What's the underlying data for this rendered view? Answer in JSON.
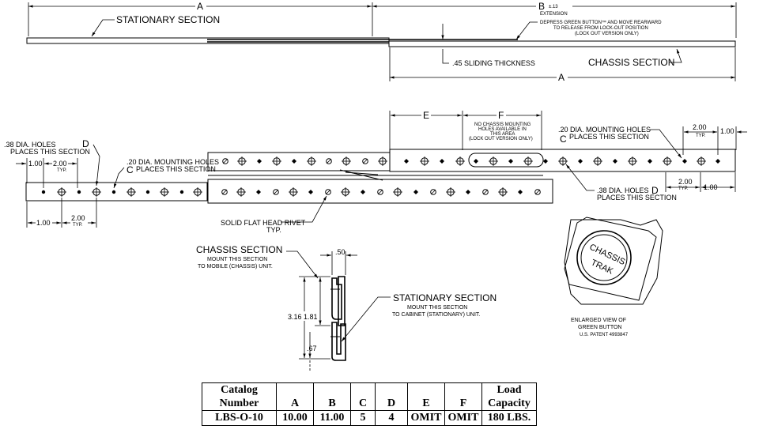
{
  "top_view": {
    "dim_a_top": "A",
    "dim_b": "B",
    "dim_b_tol": "±.13",
    "extension": "EXTENSION",
    "stationary_section": "STATIONARY SECTION",
    "button_note_1": "DEPRESS GREEN BUTTON™ AND MOVE REARWARD",
    "button_note_2": "TO RELEASE FROM LOCK-OUT POSITION",
    "button_note_3": "(LOCK OUT VERSION ONLY)",
    "sliding_thickness": ".45 SLIDING THICKNESS",
    "chassis_section": "CHASSIS SECTION",
    "dim_a_bottom": "A"
  },
  "side_view": {
    "dim_e": "E",
    "dim_f": "F",
    "no_chassis_1": "NO CHASSIS MOUNTING",
    "no_chassis_2": "HOLES AVAILABLE IN",
    "no_chassis_3": "THIS AREA",
    "no_chassis_4": "(LOCK OUT VERSION ONLY)",
    "holes_38_left_1": ".38 DIA. HOLES",
    "holes_38_left_d": "D",
    "holes_38_left_2": "PLACES THIS SECTION",
    "holes_20_left_1": ".20 DIA. MOUNTING HOLES",
    "holes_20_left_c": "C",
    "holes_20_left_2": "PLACES THIS SECTION",
    "dim_100_tl": "1.00",
    "dim_200_tl": "2.00",
    "typ_tl": "TYP.",
    "dim_100_bl": "1.00",
    "dim_200_bl": "2.00",
    "typ_bl": "TYP.",
    "holes_20_right_1": ".20 DIA. MOUNTING HOLES",
    "holes_20_right_c": "C",
    "holes_20_right_2": "PLACES THIS SECTION",
    "dim_200_tr": "2.00",
    "typ_tr": "TYP.",
    "dim_100_tr": "1.00",
    "holes_38_right_1": ".38 DIA. HOLES",
    "holes_38_right_d": "D",
    "holes_38_right_2": "PLACES THIS SECTION",
    "dim_200_br": "2.00",
    "typ_br": "TYP.",
    "dim_100_br": "1.00",
    "rivet_1": "SOLID FLAT HEAD RIVET",
    "rivet_2": "TYP."
  },
  "cross_section": {
    "chassis_title": "CHASSIS SECTION",
    "chassis_note_1": "MOUNT THIS SECTION",
    "chassis_note_2": "TO MOBILE (CHASSIS) UNIT.",
    "stationary_title": "STATIONARY SECTION",
    "stationary_note_1": "MOUNT THIS SECTION",
    "stationary_note_2": "TO CABINET (STATIONARY) UNIT.",
    "dim_50": ".50",
    "dim_316": "3.16",
    "dim_181": "1.81",
    "dim_67": ".67"
  },
  "button_view": {
    "logo_1": "CHASSIS",
    "logo_2": "TRAK",
    "caption_1": "ENLARGED VIEW OF",
    "caption_2": "GREEN BUTTON",
    "patent": "U.S. PATENT 4993847"
  },
  "table": {
    "headers": [
      {
        "l1": "Catalog",
        "l2": "Number"
      },
      {
        "l1": "",
        "l2": "A"
      },
      {
        "l1": "",
        "l2": "B"
      },
      {
        "l1": "",
        "l2": "C"
      },
      {
        "l1": "",
        "l2": "D"
      },
      {
        "l1": "",
        "l2": "E"
      },
      {
        "l1": "",
        "l2": "F"
      },
      {
        "l1": "Load",
        "l2": "Capacity"
      }
    ],
    "row": [
      "LBS-O-10",
      "10.00",
      "11.00",
      "5",
      "4",
      "OMIT",
      "OMIT",
      "180 LBS."
    ]
  }
}
